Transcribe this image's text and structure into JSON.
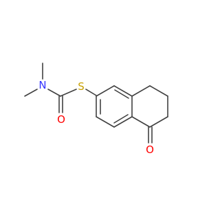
{
  "structure": {
    "colors": {
      "bond": "#404040",
      "nitrogen": "#3333ff",
      "oxygen": "#ff0000",
      "sulfur": "#c8a000"
    },
    "atom_labels": {
      "nitrogen": "N",
      "sulfur": "S",
      "carbamate_oxygen": "O",
      "ketone_oxygen": "O"
    }
  }
}
